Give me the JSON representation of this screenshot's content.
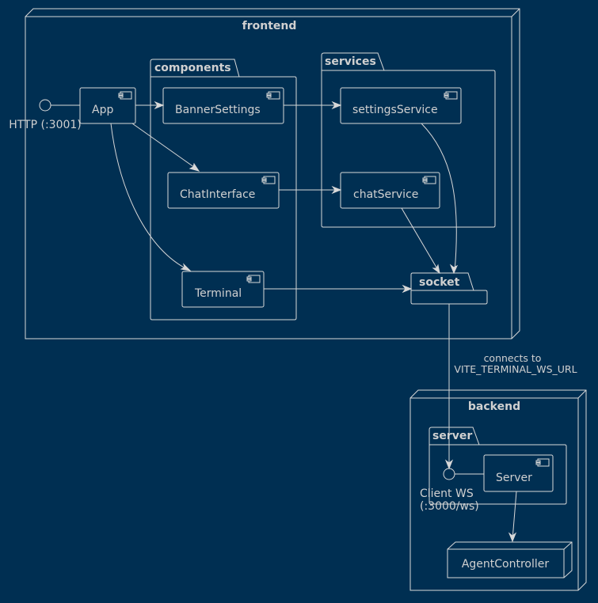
{
  "diagram": {
    "type": "component-diagram",
    "background": "#002f52",
    "line_color": "#d8d8d8",
    "nodes": {
      "frontend": {
        "label": "frontend",
        "kind": "node"
      },
      "backend": {
        "label": "backend",
        "kind": "node"
      }
    },
    "packages": {
      "components": {
        "label": "components"
      },
      "services": {
        "label": "services"
      },
      "socket": {
        "label": "socket"
      },
      "server": {
        "label": "server"
      }
    },
    "components": {
      "app": {
        "label": "App"
      },
      "banner_settings": {
        "label": "BannerSettings"
      },
      "chat_interface": {
        "label": "ChatInterface"
      },
      "terminal": {
        "label": "Terminal"
      },
      "settings_service": {
        "label": "settingsService"
      },
      "chat_service": {
        "label": "chatService"
      },
      "server": {
        "label": "Server"
      },
      "agent_controller": {
        "label": "AgentController"
      }
    },
    "interfaces": {
      "http": {
        "label": "HTTP (:3001)"
      },
      "client_ws": {
        "label_line1": "Client WS",
        "label_line2": "(:3000/ws)"
      }
    },
    "edges": [
      {
        "from": "HTTP (:3001)",
        "to": "App",
        "style": "solid-no-arrow"
      },
      {
        "from": "App",
        "to": "BannerSettings"
      },
      {
        "from": "App",
        "to": "ChatInterface"
      },
      {
        "from": "App",
        "to": "Terminal"
      },
      {
        "from": "BannerSettings",
        "to": "settingsService"
      },
      {
        "from": "ChatInterface",
        "to": "chatService"
      },
      {
        "from": "settingsService",
        "to": "socket"
      },
      {
        "from": "chatService",
        "to": "socket"
      },
      {
        "from": "Terminal",
        "to": "socket"
      },
      {
        "from": "socket",
        "to": "Client WS",
        "label": "connects to VITE_TERMINAL_WS_URL"
      },
      {
        "from": "Client WS",
        "to": "Server",
        "style": "solid-no-arrow"
      },
      {
        "from": "Server",
        "to": "AgentController"
      }
    ],
    "edge_label": {
      "line1": "connects to",
      "line2": "VITE_TERMINAL_WS_URL"
    }
  }
}
